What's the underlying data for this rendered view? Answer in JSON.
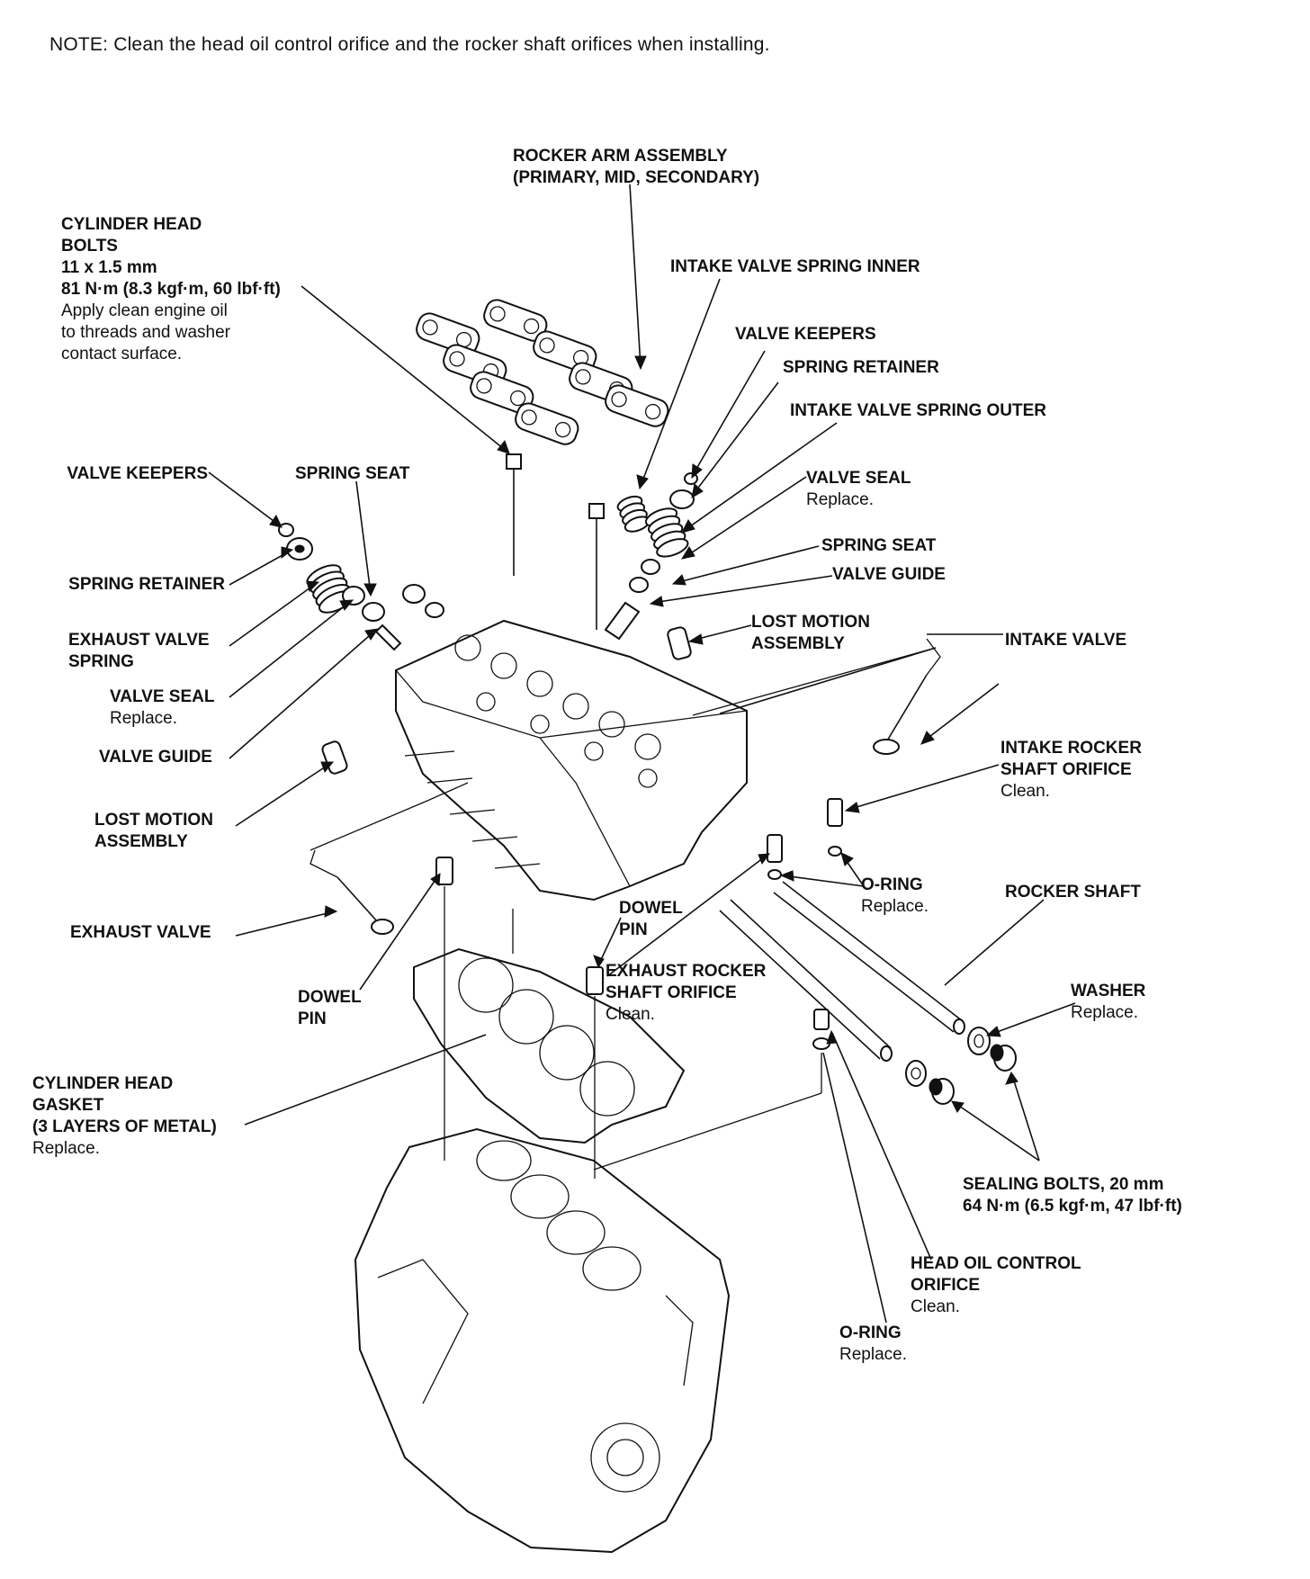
{
  "note": "NOTE:  Clean the head oil control orifice and the rocker shaft orifices when installing.",
  "labels": {
    "rocker_arm_assembly": [
      "ROCKER ARM ASSEMBLY",
      "(PRIMARY, MID, SECONDARY)"
    ],
    "cylinder_head_bolts": [
      "CYLINDER HEAD",
      "BOLTS",
      "11 x 1.5 mm",
      "81 N·m (8.3 kgf·m, 60 lbf·ft)"
    ],
    "cylinder_head_bolts_note": [
      "Apply clean engine oil",
      "to threads and washer",
      "contact surface."
    ],
    "intake_valve_spring_inner": "INTAKE VALVE SPRING INNER",
    "valve_keepers_right": "VALVE KEEPERS",
    "spring_retainer_right": "SPRING RETAINER",
    "intake_valve_spring_outer": "INTAKE VALVE SPRING OUTER",
    "valve_seal_right": "VALVE SEAL",
    "valve_seal_right_note": "Replace.",
    "spring_seat_right": "SPRING SEAT",
    "valve_guide_right": "VALVE GUIDE",
    "lost_motion_right": [
      "LOST MOTION",
      "ASSEMBLY"
    ],
    "intake_valve": "INTAKE VALVE",
    "intake_rocker_orifice": [
      "INTAKE ROCKER",
      "SHAFT ORIFICE"
    ],
    "intake_rocker_orifice_note": "Clean.",
    "valve_keepers_left": "VALVE KEEPERS",
    "spring_seat_left": "SPRING SEAT",
    "spring_retainer_left": "SPRING RETAINER",
    "exhaust_valve_spring": [
      "EXHAUST VALVE",
      "SPRING"
    ],
    "valve_seal_left": "VALVE SEAL",
    "valve_seal_left_note": "Replace.",
    "valve_guide_left": "VALVE GUIDE",
    "lost_motion_left": [
      "LOST MOTION",
      "ASSEMBLY"
    ],
    "exhaust_valve": "EXHAUST VALVE",
    "dowel_pin_left": [
      "DOWEL",
      "PIN"
    ],
    "dowel_pin_mid": [
      "DOWEL",
      "PIN"
    ],
    "exhaust_rocker_orifice": [
      "EXHAUST ROCKER",
      "SHAFT ORIFICE"
    ],
    "exhaust_rocker_orifice_note": "Clean.",
    "o_ring_upper": "O-RING",
    "o_ring_upper_note": "Replace.",
    "rocker_shaft": "ROCKER SHAFT",
    "washer": "WASHER",
    "washer_note": "Replace.",
    "cylinder_head_gasket": [
      "CYLINDER HEAD",
      "GASKET",
      "(3 LAYERS OF METAL)"
    ],
    "cylinder_head_gasket_note": "Replace.",
    "sealing_bolts": [
      "SEALING BOLTS, 20 mm",
      "64 N·m (6.5 kgf·m, 47 lbf·ft)"
    ],
    "head_oil_control_orifice": [
      "HEAD OIL CONTROL",
      "ORIFICE"
    ],
    "head_oil_control_orifice_note": "Clean.",
    "o_ring_lower": "O-RING",
    "o_ring_lower_note": "Replace."
  }
}
